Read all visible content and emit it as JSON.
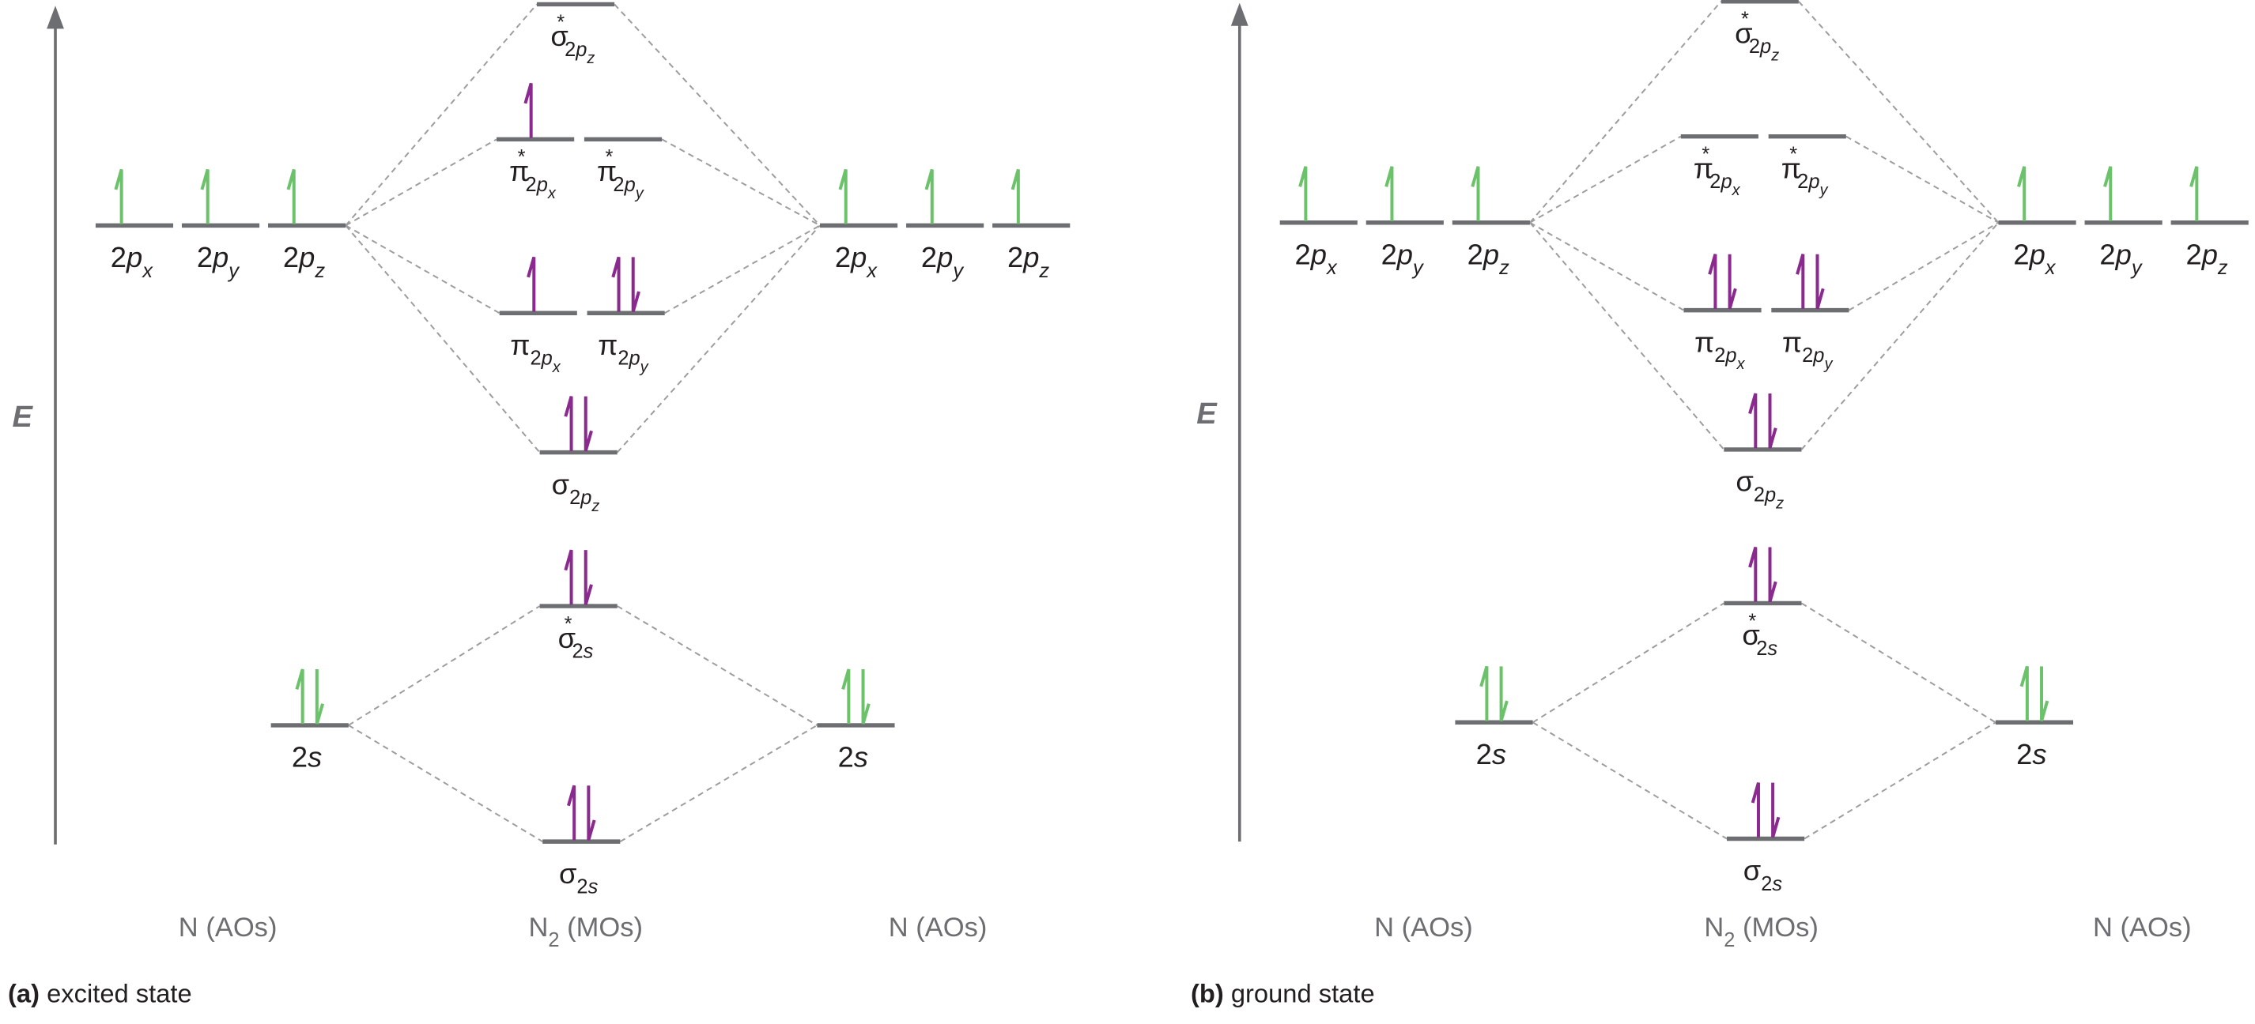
{
  "colors": {
    "ao_electron": "#6cc26a",
    "mo_electron": "#8b2a8e",
    "level": "#6d6e71",
    "connector": "#9d9d9d",
    "axis": "#6d6e71"
  },
  "panels": [
    {
      "id": "a",
      "axis_label": "E",
      "caption_tag": "(a)",
      "caption_text": "excited state",
      "column_labels": [
        [
          {
            "t": "N (AOs)"
          }
        ],
        [
          {
            "t": "N"
          },
          {
            "t": "2",
            "sub": 1
          },
          {
            "t": " (MOs)"
          }
        ],
        [
          {
            "t": "N (AOs)"
          }
        ]
      ],
      "orbitals": [
        {
          "id": "L2px",
          "electrons": "up",
          "side": "ao",
          "label": [
            {
              "t": "2"
            },
            {
              "t": "p",
              "i": 1
            },
            {
              "t": "x",
              "i": 1,
              "sub": 1
            }
          ]
        },
        {
          "id": "L2py",
          "electrons": "up",
          "side": "ao",
          "label": [
            {
              "t": "2"
            },
            {
              "t": "p",
              "i": 1
            },
            {
              "t": "y",
              "i": 1,
              "sub": 1
            }
          ]
        },
        {
          "id": "L2pz",
          "electrons": "up",
          "side": "ao",
          "label": [
            {
              "t": "2"
            },
            {
              "t": "p",
              "i": 1
            },
            {
              "t": "z",
              "i": 1,
              "sub": 1
            }
          ]
        },
        {
          "id": "Ls",
          "electrons": "pair",
          "side": "ao",
          "label": [
            {
              "t": "2"
            },
            {
              "t": "s",
              "i": 1
            }
          ]
        },
        {
          "id": "Ss2pz",
          "electrons": "none",
          "side": "mo",
          "label": [
            {
              "t": "σ"
            },
            {
              "t": "*",
              "sup": 1
            },
            {
              "t": "2",
              "sub": 1
            },
            {
              "t": "p",
              "i": 1,
              "sub": 1
            },
            {
              "t": "z",
              "i": 1,
              "sub": 2
            }
          ]
        },
        {
          "id": "Sp2px",
          "electrons": "up",
          "side": "mo",
          "label": [
            {
              "t": "π"
            },
            {
              "t": "*",
              "sup": 1
            },
            {
              "t": "2",
              "sub": 1
            },
            {
              "t": "p",
              "i": 1,
              "sub": 1
            },
            {
              "t": "x",
              "i": 1,
              "sub": 2
            }
          ]
        },
        {
          "id": "Sp2py",
          "electrons": "none",
          "side": "mo",
          "label": [
            {
              "t": "π"
            },
            {
              "t": "*",
              "sup": 1
            },
            {
              "t": "2",
              "sub": 1
            },
            {
              "t": "p",
              "i": 1,
              "sub": 1
            },
            {
              "t": "y",
              "i": 1,
              "sub": 2
            }
          ]
        },
        {
          "id": "P2px",
          "electrons": "up",
          "side": "mo",
          "label": [
            {
              "t": "π"
            },
            {
              "t": "2",
              "sub": 1
            },
            {
              "t": "p",
              "i": 1,
              "sub": 1
            },
            {
              "t": "x",
              "i": 1,
              "sub": 2
            }
          ]
        },
        {
          "id": "P2py",
          "electrons": "pair",
          "side": "mo",
          "label": [
            {
              "t": "π"
            },
            {
              "t": "2",
              "sub": 1
            },
            {
              "t": "p",
              "i": 1,
              "sub": 1
            },
            {
              "t": "y",
              "i": 1,
              "sub": 2
            }
          ]
        },
        {
          "id": "S2pz",
          "electrons": "pair",
          "side": "mo",
          "label": [
            {
              "t": "σ"
            },
            {
              "t": "2",
              "sub": 1
            },
            {
              "t": "p",
              "i": 1,
              "sub": 1
            },
            {
              "t": "z",
              "i": 1,
              "sub": 2
            }
          ]
        },
        {
          "id": "Ss2s",
          "electrons": "pair",
          "side": "mo",
          "label": [
            {
              "t": "σ"
            },
            {
              "t": "*",
              "sup": 1
            },
            {
              "t": "2",
              "sub": 1
            },
            {
              "t": "s",
              "i": 1,
              "sub": 1
            }
          ]
        },
        {
          "id": "S2s",
          "electrons": "pair",
          "side": "mo",
          "label": [
            {
              "t": "σ"
            },
            {
              "t": "2",
              "sub": 1
            },
            {
              "t": "s",
              "i": 1,
              "sub": 1
            }
          ]
        },
        {
          "id": "R2px",
          "electrons": "up",
          "side": "ao",
          "label": [
            {
              "t": "2"
            },
            {
              "t": "p",
              "i": 1
            },
            {
              "t": "x",
              "i": 1,
              "sub": 1
            }
          ]
        },
        {
          "id": "R2py",
          "electrons": "up",
          "side": "ao",
          "label": [
            {
              "t": "2"
            },
            {
              "t": "p",
              "i": 1
            },
            {
              "t": "y",
              "i": 1,
              "sub": 1
            }
          ]
        },
        {
          "id": "R2pz",
          "electrons": "up",
          "side": "ao",
          "label": [
            {
              "t": "2"
            },
            {
              "t": "p",
              "i": 1
            },
            {
              "t": "z",
              "i": 1,
              "sub": 1
            }
          ]
        },
        {
          "id": "Rs",
          "electrons": "pair",
          "side": "ao",
          "label": [
            {
              "t": "2"
            },
            {
              "t": "s",
              "i": 1
            }
          ]
        }
      ]
    },
    {
      "id": "b",
      "axis_label": "E",
      "caption_tag": "(b)",
      "caption_text": "ground state",
      "column_labels": [
        [
          {
            "t": "N (AOs)"
          }
        ],
        [
          {
            "t": "N"
          },
          {
            "t": "2",
            "sub": 1
          },
          {
            "t": " (MOs)"
          }
        ],
        [
          {
            "t": "N (AOs)"
          }
        ]
      ],
      "orbitals": [
        {
          "id": "L2px",
          "electrons": "up",
          "side": "ao",
          "label": [
            {
              "t": "2"
            },
            {
              "t": "p",
              "i": 1
            },
            {
              "t": "x",
              "i": 1,
              "sub": 1
            }
          ]
        },
        {
          "id": "L2py",
          "electrons": "up",
          "side": "ao",
          "label": [
            {
              "t": "2"
            },
            {
              "t": "p",
              "i": 1
            },
            {
              "t": "y",
              "i": 1,
              "sub": 1
            }
          ]
        },
        {
          "id": "L2pz",
          "electrons": "up",
          "side": "ao",
          "label": [
            {
              "t": "2"
            },
            {
              "t": "p",
              "i": 1
            },
            {
              "t": "z",
              "i": 1,
              "sub": 1
            }
          ]
        },
        {
          "id": "Ls",
          "electrons": "pair",
          "side": "ao",
          "label": [
            {
              "t": "2"
            },
            {
              "t": "s",
              "i": 1
            }
          ]
        },
        {
          "id": "Ss2pz",
          "electrons": "none",
          "side": "mo",
          "label": [
            {
              "t": "σ"
            },
            {
              "t": "*",
              "sup": 1
            },
            {
              "t": "2",
              "sub": 1
            },
            {
              "t": "p",
              "i": 1,
              "sub": 1
            },
            {
              "t": "z",
              "i": 1,
              "sub": 2
            }
          ]
        },
        {
          "id": "Sp2px",
          "electrons": "none",
          "side": "mo",
          "label": [
            {
              "t": "π"
            },
            {
              "t": "*",
              "sup": 1
            },
            {
              "t": "2",
              "sub": 1
            },
            {
              "t": "p",
              "i": 1,
              "sub": 1
            },
            {
              "t": "x",
              "i": 1,
              "sub": 2
            }
          ]
        },
        {
          "id": "Sp2py",
          "electrons": "none",
          "side": "mo",
          "label": [
            {
              "t": "π"
            },
            {
              "t": "*",
              "sup": 1
            },
            {
              "t": "2",
              "sub": 1
            },
            {
              "t": "p",
              "i": 1,
              "sub": 1
            },
            {
              "t": "y",
              "i": 1,
              "sub": 2
            }
          ]
        },
        {
          "id": "P2px",
          "electrons": "pair",
          "side": "mo",
          "label": [
            {
              "t": "π"
            },
            {
              "t": "2",
              "sub": 1
            },
            {
              "t": "p",
              "i": 1,
              "sub": 1
            },
            {
              "t": "x",
              "i": 1,
              "sub": 2
            }
          ]
        },
        {
          "id": "P2py",
          "electrons": "pair",
          "side": "mo",
          "label": [
            {
              "t": "π"
            },
            {
              "t": "2",
              "sub": 1
            },
            {
              "t": "p",
              "i": 1,
              "sub": 1
            },
            {
              "t": "y",
              "i": 1,
              "sub": 2
            }
          ]
        },
        {
          "id": "S2pz",
          "electrons": "pair",
          "side": "mo",
          "label": [
            {
              "t": "σ"
            },
            {
              "t": "2",
              "sub": 1
            },
            {
              "t": "p",
              "i": 1,
              "sub": 1
            },
            {
              "t": "z",
              "i": 1,
              "sub": 2
            }
          ]
        },
        {
          "id": "Ss2s",
          "electrons": "pair",
          "side": "mo",
          "label": [
            {
              "t": "σ"
            },
            {
              "t": "*",
              "sup": 1
            },
            {
              "t": "2",
              "sub": 1
            },
            {
              "t": "s",
              "i": 1,
              "sub": 1
            }
          ]
        },
        {
          "id": "S2s",
          "electrons": "pair",
          "side": "mo",
          "label": [
            {
              "t": "σ"
            },
            {
              "t": "2",
              "sub": 1
            },
            {
              "t": "s",
              "i": 1,
              "sub": 1
            }
          ]
        },
        {
          "id": "R2px",
          "electrons": "up",
          "side": "ao",
          "label": [
            {
              "t": "2"
            },
            {
              "t": "p",
              "i": 1
            },
            {
              "t": "x",
              "i": 1,
              "sub": 1
            }
          ]
        },
        {
          "id": "R2py",
          "electrons": "up",
          "side": "ao",
          "label": [
            {
              "t": "2"
            },
            {
              "t": "p",
              "i": 1
            },
            {
              "t": "y",
              "i": 1,
              "sub": 1
            }
          ]
        },
        {
          "id": "R2pz",
          "electrons": "up",
          "side": "ao",
          "label": [
            {
              "t": "2"
            },
            {
              "t": "p",
              "i": 1
            },
            {
              "t": "z",
              "i": 1,
              "sub": 1
            }
          ]
        },
        {
          "id": "Rs",
          "electrons": "pair",
          "side": "ao",
          "label": [
            {
              "t": "2"
            },
            {
              "t": "s",
              "i": 1
            }
          ]
        }
      ]
    }
  ]
}
